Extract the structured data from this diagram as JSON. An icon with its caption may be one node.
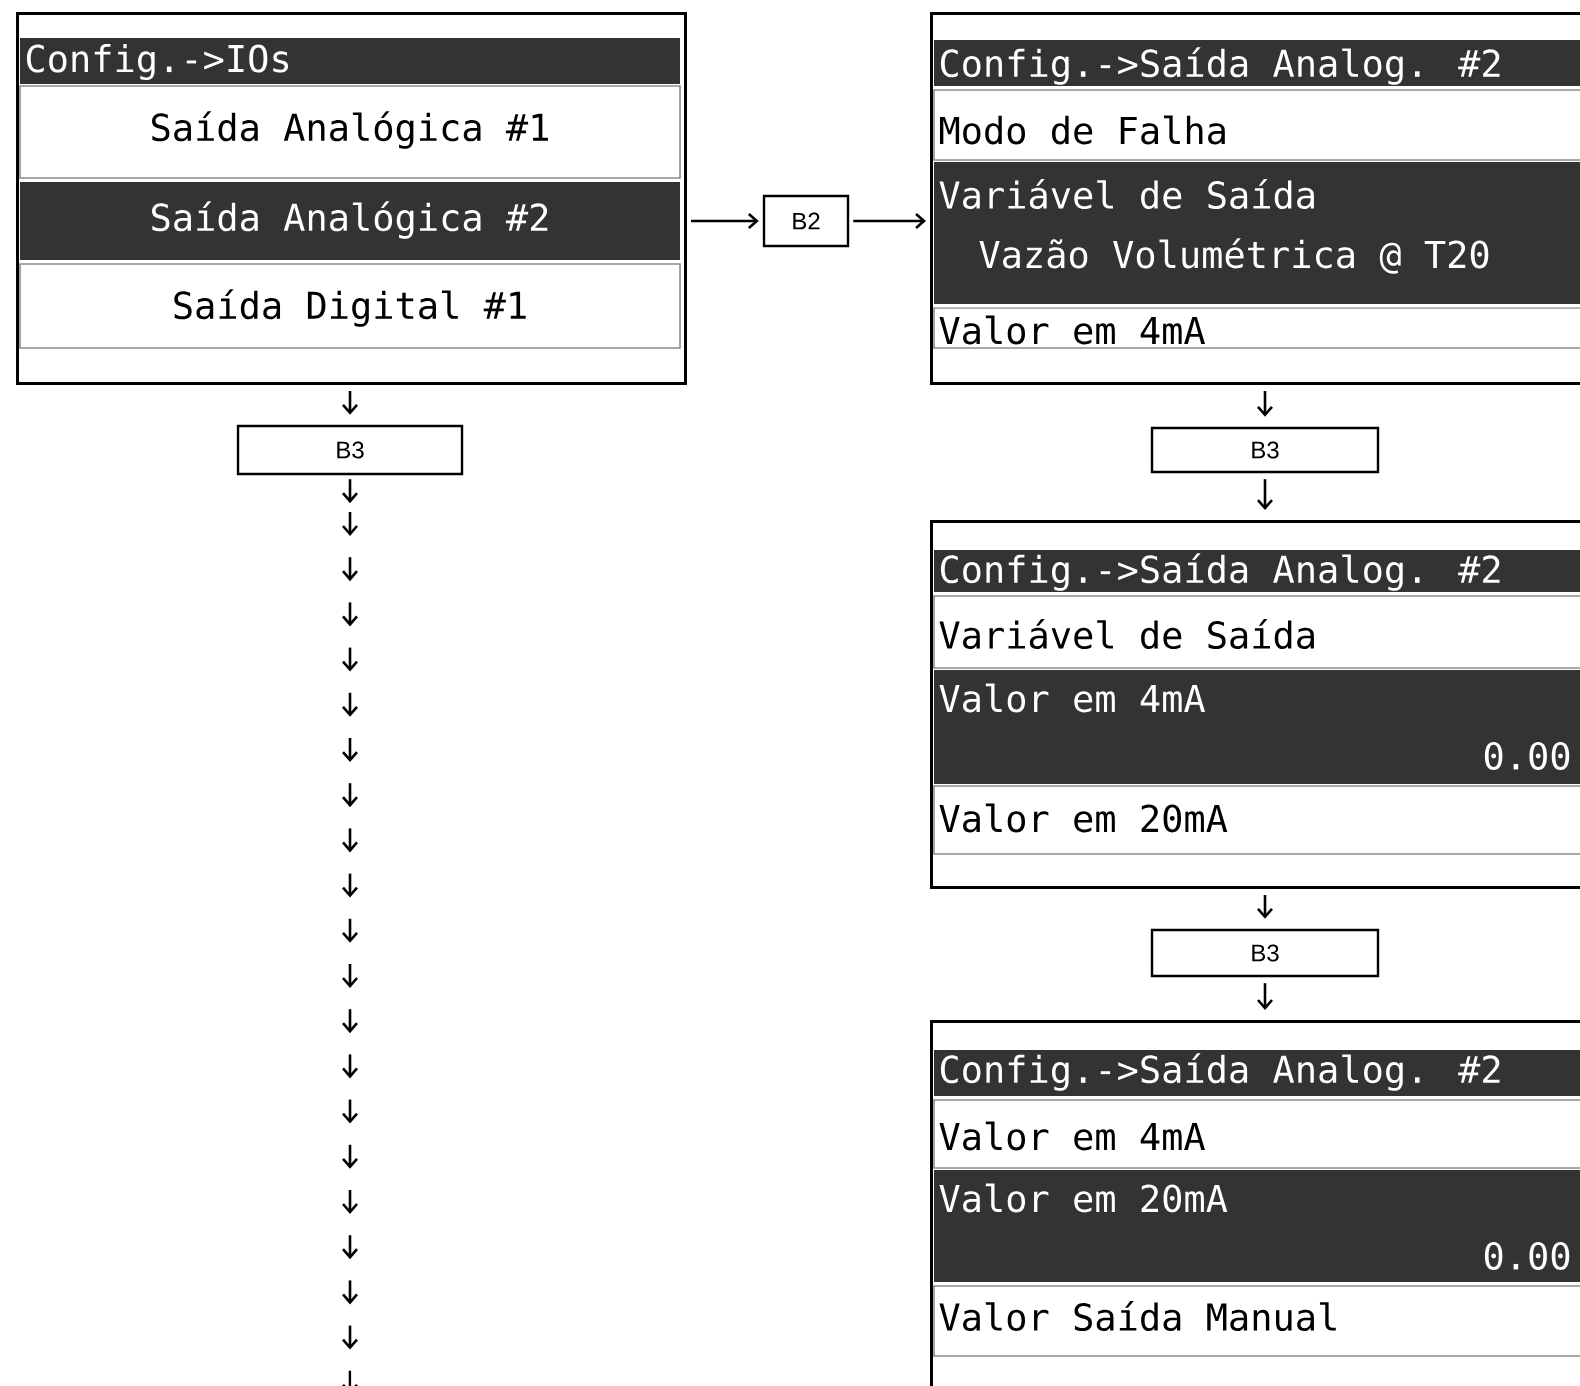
{
  "diagram": {
    "nodes": [
      {
        "text": [
          "Config.->IOs",
          "Saída Analógica #1",
          "Saída Analógica #2",
          "Saída Digital #1"
        ]
      },
      {
        "text": [
          "B2"
        ]
      },
      {
        "text": [
          "Config.->Saída Analog. #2",
          "Modo de Falha",
          "Variável de Saída",
          "Vazão Volumétrica @ T20",
          "Valor em 4mA"
        ]
      },
      {
        "text": [
          "B3"
        ]
      },
      {
        "text": [
          "B3"
        ]
      },
      {
        "text": [
          "Config.->Saída Analog. #2",
          "Variável de Saída",
          "Valor em 4mA",
          "0.00",
          "Valor em 20mA"
        ]
      },
      {
        "text": [
          "B3"
        ]
      },
      {
        "text": [
          "Config.->Saída Analog. #2",
          "Valor em 4mA",
          "Valor em 20mA",
          "0.00",
          "Valor Saída Manual"
        ]
      }
    ],
    "edges": [
      {
        "from": 0,
        "to": 1,
        "arrow": "to"
      },
      {
        "from": 1,
        "to": 2,
        "arrow": "to"
      },
      {
        "from": 0,
        "to": 3,
        "arrow": "to"
      },
      {
        "from": 3,
        "to": null,
        "arrow": "to"
      },
      {
        "from": 2,
        "to": 4,
        "arrow": "to"
      },
      {
        "from": 4,
        "to": 5,
        "arrow": "to"
      },
      {
        "from": 5,
        "to": 6,
        "arrow": "to"
      },
      {
        "from": 6,
        "to": 7,
        "arrow": "to"
      }
    ]
  }
}
